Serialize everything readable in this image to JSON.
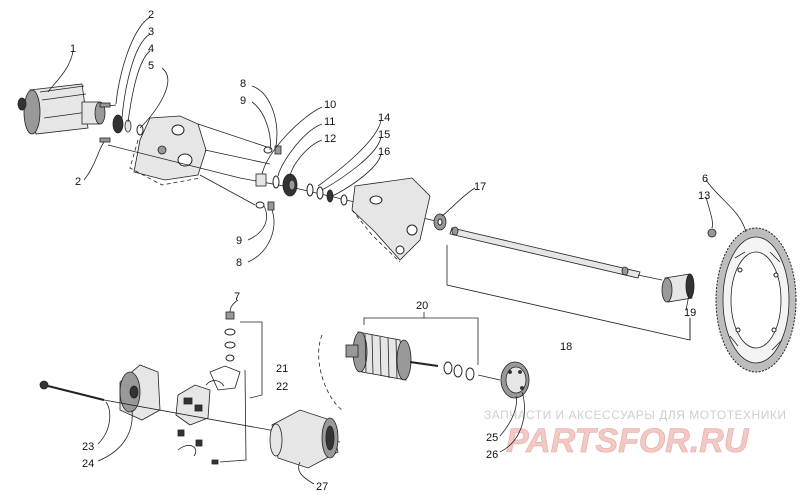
{
  "callouts": [
    {
      "n": "1"
    },
    {
      "n": "2"
    },
    {
      "n": "3"
    },
    {
      "n": "4"
    },
    {
      "n": "5"
    },
    {
      "n": "2"
    },
    {
      "n": "8"
    },
    {
      "n": "9"
    },
    {
      "n": "10"
    },
    {
      "n": "11"
    },
    {
      "n": "12"
    },
    {
      "n": "14"
    },
    {
      "n": "15"
    },
    {
      "n": "16"
    },
    {
      "n": "9"
    },
    {
      "n": "8"
    },
    {
      "n": "17"
    },
    {
      "n": "6"
    },
    {
      "n": "13"
    },
    {
      "n": "19"
    },
    {
      "n": "18"
    },
    {
      "n": "7"
    },
    {
      "n": "21"
    },
    {
      "n": "22"
    },
    {
      "n": "20"
    },
    {
      "n": "23"
    },
    {
      "n": "24"
    },
    {
      "n": "25"
    },
    {
      "n": "26"
    },
    {
      "n": "27"
    }
  ],
  "watermark": {
    "line1": "ЗАПЧАСТИ И АКСЕССУАРЫ ДЛЯ МОТОТЕХНИКИ",
    "line2": "PARTSFOR.RU"
  }
}
